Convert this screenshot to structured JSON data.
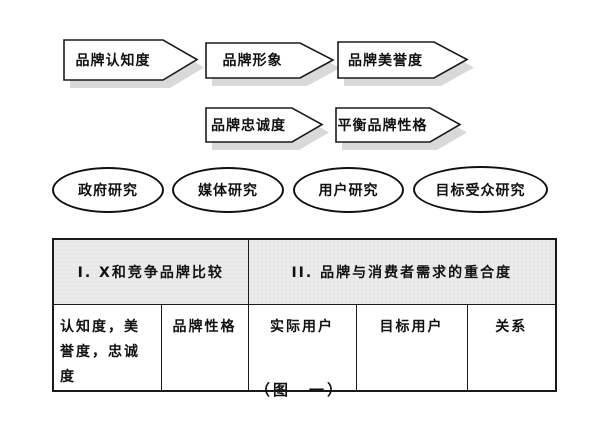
{
  "diagram": {
    "top_arrows": [
      {
        "label": "品牌认知度"
      },
      {
        "label": "品牌形象"
      },
      {
        "label": "品牌美誉度"
      }
    ],
    "mid_arrows": [
      {
        "label": "品牌忠诚度"
      },
      {
        "label": "平衡品牌性格"
      }
    ],
    "ellipses": [
      {
        "label": "政府研究"
      },
      {
        "label": "媒体研究"
      },
      {
        "label": "用户研究"
      },
      {
        "label": "目标受众研究"
      }
    ],
    "table": {
      "header": [
        "I. X和竞争品牌比较",
        "II. 品牌与消费者需求的重合度"
      ],
      "row": [
        "认知度，美誉度，忠诚度",
        "品牌性格",
        "实际用户",
        "目标用户",
        "关系"
      ]
    },
    "caption": "（图　一）",
    "colors": {
      "shadow": "#d9d9d9",
      "header_bg": "#eaeaea",
      "border": "#1a1a1a"
    }
  }
}
